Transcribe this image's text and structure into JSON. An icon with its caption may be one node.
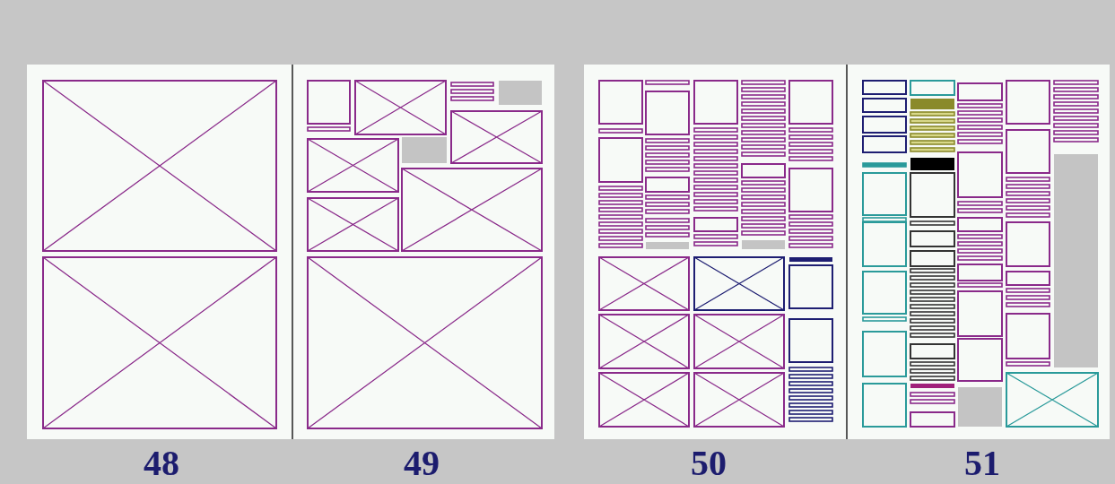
{
  "diagram": {
    "labels": [
      "48",
      "49",
      "50",
      "51"
    ]
  }
}
